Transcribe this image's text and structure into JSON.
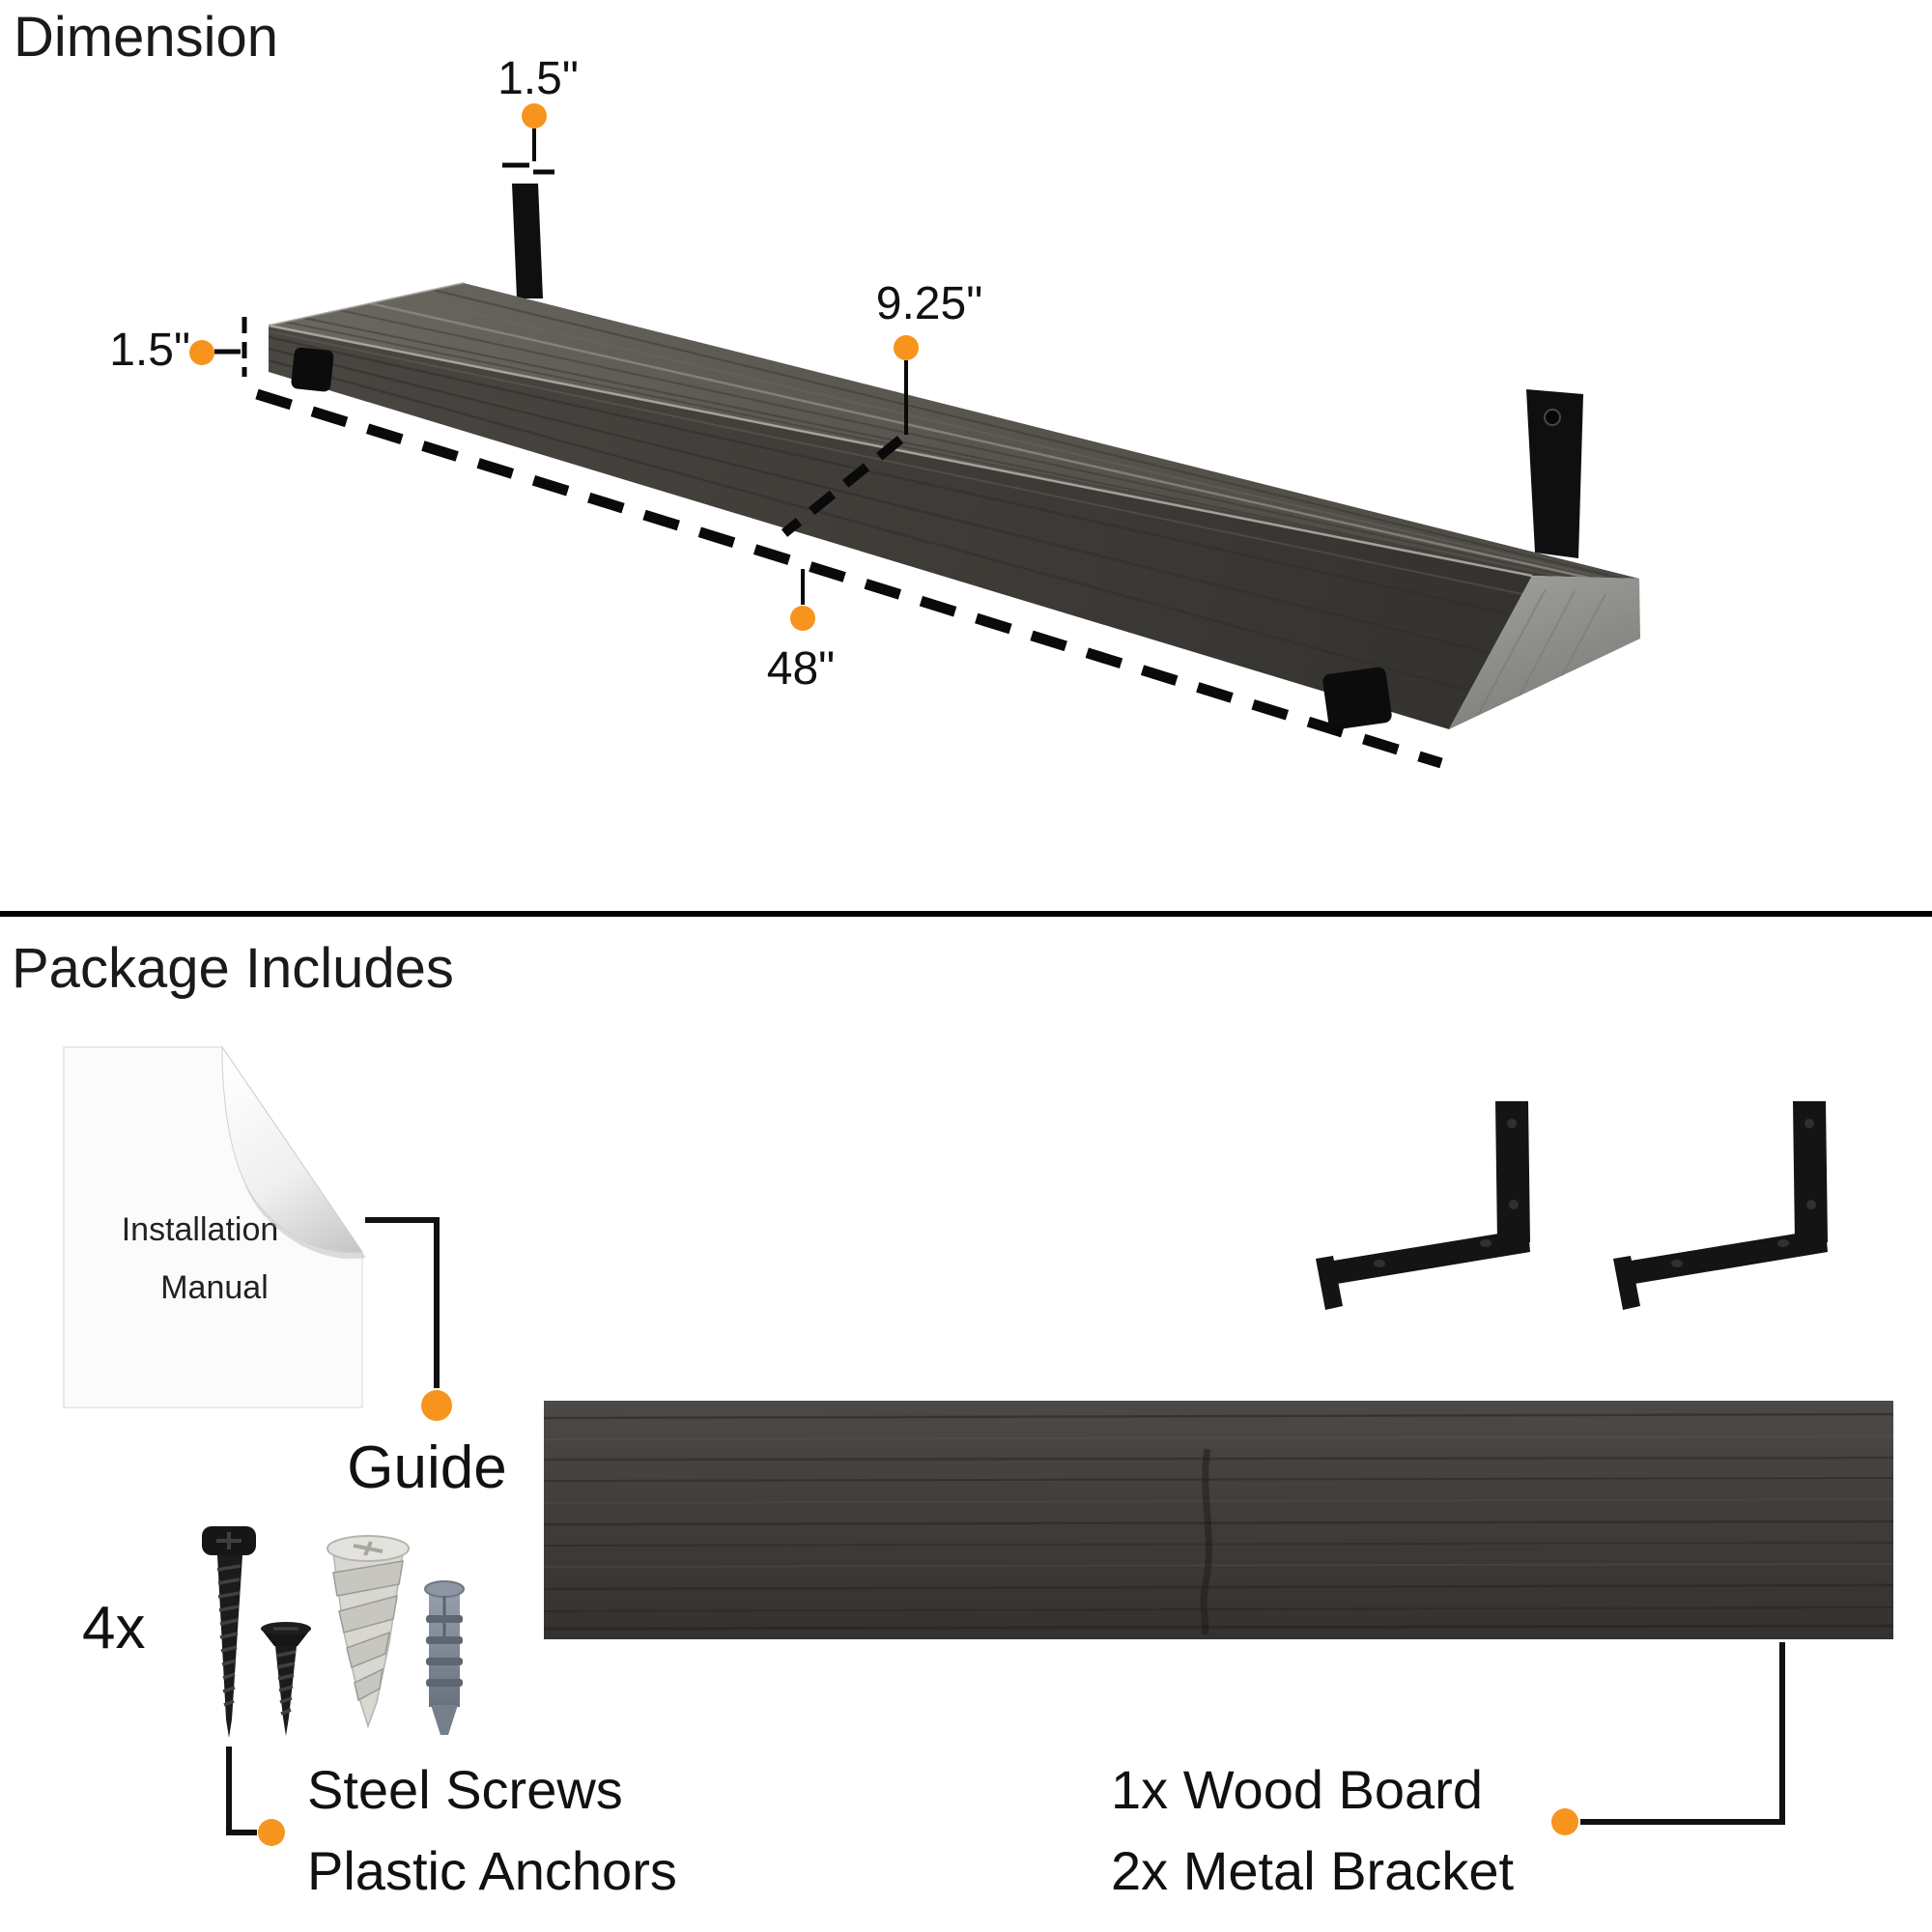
{
  "dimension_section": {
    "title": "Dimension",
    "labels": {
      "bracket_height": "1.5\"",
      "board_thickness": "1.5\"",
      "board_depth": "9.25\"",
      "board_length": "48\""
    }
  },
  "package_section": {
    "title": "Package Includes",
    "manual": {
      "line1": "Installation",
      "line2": "Manual"
    },
    "guide_label": "Guide",
    "hardware_quantity": "4x",
    "hardware": {
      "line1": "Steel Screws",
      "line2": "Plastic Anchors"
    },
    "contents": {
      "line1": "1x Wood Board",
      "line2": "2x Metal Bracket"
    }
  },
  "colors": {
    "accent_orange": "#F7941D",
    "bracket_black": "#101010",
    "wood_dark": "#3F3D39",
    "text": "#111111"
  }
}
